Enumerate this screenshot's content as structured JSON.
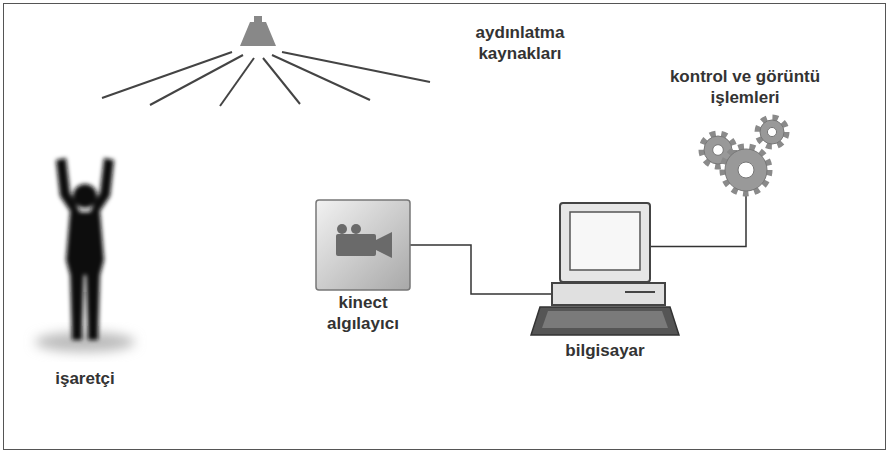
{
  "diagram": {
    "nodes": [
      {
        "text": [
          "kinect algılayıcı"
        ]
      },
      {
        "text": [
          "bilgisayar"
        ]
      },
      {
        "text": [
          "kontrol ve görüntü işlemleri"
        ]
      }
    ],
    "edges": [
      {
        "from": 0,
        "to": 1,
        "arrow": "none"
      },
      {
        "from": 1,
        "to": 2,
        "arrow": "none"
      }
    ],
    "labels": [
      "aydınlatma kaynakları",
      "işaretçi"
    ]
  }
}
